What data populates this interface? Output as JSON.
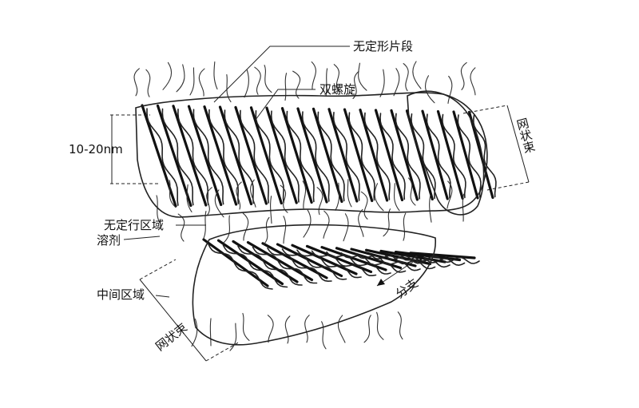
{
  "labels": {
    "amorphous_segment": "无定形片段",
    "double_helix": "双螺旋",
    "bundle_right": "网状束",
    "size": "10-20nm",
    "amorphous_region": "无定行区域",
    "solvent": "溶剂",
    "intermediate_region": "中间区域",
    "branch": "分支",
    "bundle_bottom": "网状束"
  },
  "colors": {
    "ink": "#111111",
    "background": "#ffffff"
  }
}
